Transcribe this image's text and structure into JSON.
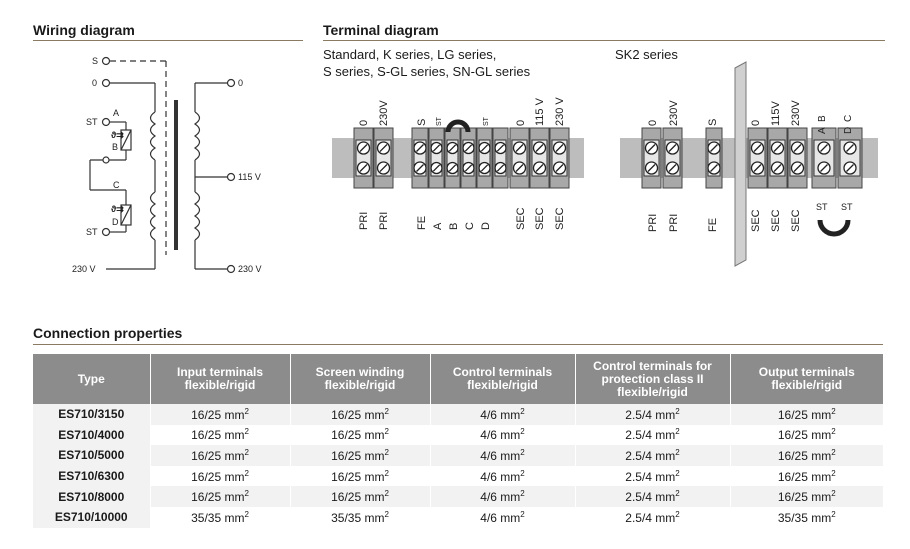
{
  "wiring": {
    "title": "Wiring diagram",
    "labels": {
      "s": "S",
      "zero_left": "0",
      "zero_right": "0",
      "st_top": "ST",
      "a": "A",
      "b": "B",
      "c": "C",
      "d": "D",
      "st_bottom": "ST",
      "v115": "115 V",
      "v230_left": "230 V",
      "v230_right": "230 V"
    }
  },
  "terminal": {
    "title": "Terminal diagram",
    "standard_line1": "Standard, K series, LG series,",
    "standard_line2": "S series, S-GL series, SN-GL series",
    "sk2_label": "SK2 series",
    "std_top": [
      "0",
      "230V",
      "S",
      "ST",
      "ST",
      "0",
      "115 V",
      "230 V"
    ],
    "std_bottom": [
      "PRI",
      "PRI",
      "FE",
      "A",
      "B",
      "C",
      "D",
      "SEC",
      "SEC",
      "SEC"
    ],
    "sk2_top": [
      "0",
      "230V",
      "S",
      "0",
      "115V",
      "230V",
      "A",
      "B",
      "D",
      "C"
    ],
    "sk2_bottom": [
      "PRI",
      "PRI",
      "FE",
      "SEC",
      "SEC",
      "SEC"
    ],
    "sk2_st": [
      "ST",
      "ST"
    ]
  },
  "connection": {
    "title": "Connection properties",
    "headers": [
      [
        "Type"
      ],
      [
        "Input terminals",
        "flexible/rigid"
      ],
      [
        "Screen winding",
        "flexible/rigid"
      ],
      [
        "Control terminals",
        "flexible/rigid"
      ],
      [
        "Control terminals for",
        "protection class II",
        "flexible/rigid"
      ],
      [
        "Output terminals",
        "flexible/rigid"
      ]
    ],
    "unit_sup": "2",
    "rows": [
      [
        "ES710/3150",
        "16/25 mm",
        "16/25 mm",
        "4/6 mm",
        "2.5/4 mm",
        "16/25 mm"
      ],
      [
        "ES710/4000",
        "16/25 mm",
        "16/25 mm",
        "4/6 mm",
        "2.5/4 mm",
        "16/25 mm"
      ],
      [
        "ES710/5000",
        "16/25 mm",
        "16/25 mm",
        "4/6 mm",
        "2.5/4 mm",
        "16/25 mm"
      ],
      [
        "ES710/6300",
        "16/25 mm",
        "16/25 mm",
        "4/6 mm",
        "2.5/4 mm",
        "16/25 mm"
      ],
      [
        "ES710/8000",
        "16/25 mm",
        "16/25 mm",
        "4/6 mm",
        "2.5/4 mm",
        "16/25 mm"
      ],
      [
        "ES710/10000",
        "35/35 mm",
        "35/35 mm",
        "4/6 mm",
        "2.5/4 mm",
        "35/35 mm"
      ]
    ]
  }
}
